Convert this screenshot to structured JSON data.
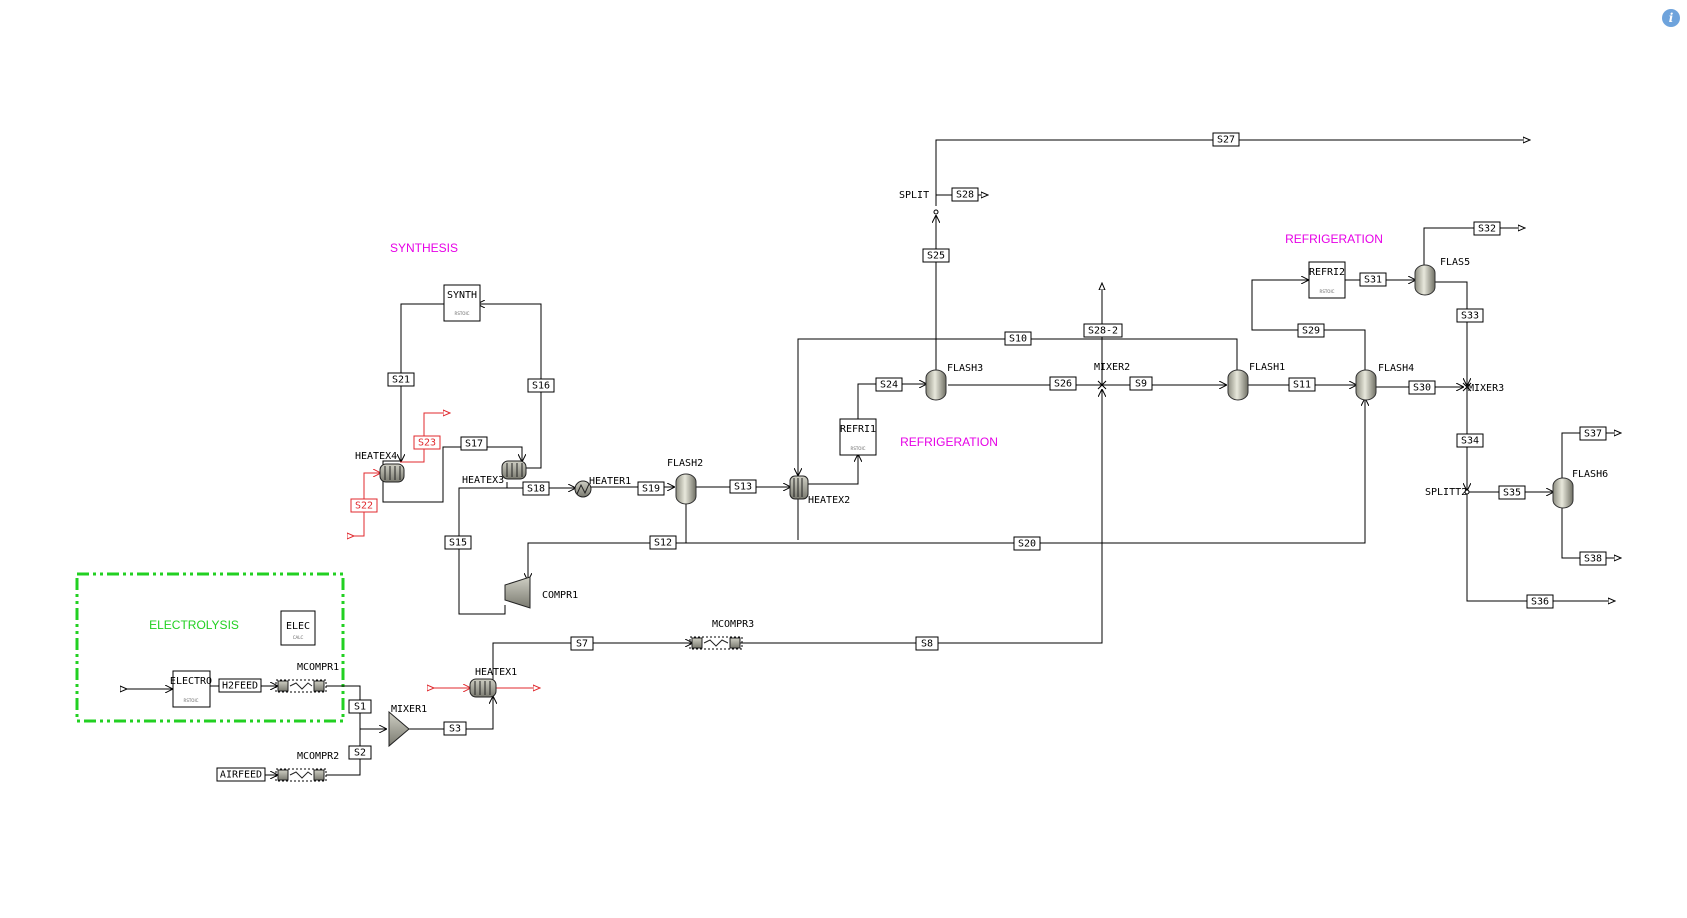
{
  "sections": {
    "synthesis": "SYNTHESIS",
    "refrigeration_1": "REFRIGERATION",
    "refrigeration_2": "REFRIGERATION",
    "electrolysis": "ELECTROLYSIS"
  },
  "colors": {
    "section_magenta": "#e600e6",
    "section_green": "#22d022",
    "hot_stream": "#e0282d"
  },
  "blocks": {
    "synth": "SYNTH",
    "elec": "ELEC",
    "electro": "ELECTRO",
    "refri1": "REFRI1",
    "refri2": "REFRI2",
    "heatex4": "HEATEX4",
    "heatex3": "HEATEX3",
    "heater1": "HEATER1",
    "flash2": "FLASH2",
    "heatex2": "HEATEX2",
    "flash3": "FLASH3",
    "mixer2": "MIXER2",
    "flash1": "FLASH1",
    "flash4": "FLASH4",
    "flas5": "FLAS5",
    "mixer3": "MIXER3",
    "splitt2": "SPLITT2",
    "flash6": "FLASH6",
    "split": "SPLIT",
    "compr1": "COMPR1",
    "mcompr1": "MCOMPR1",
    "mcompr2": "MCOMPR2",
    "mcompr3": "MCOMPR3",
    "mixer1": "MIXER1",
    "heatex1": "HEATEX1"
  },
  "streams": {
    "s1": "S1",
    "s2": "S2",
    "s3": "S3",
    "s7": "S7",
    "s8": "S8",
    "s9": "S9",
    "s10": "S10",
    "s11": "S11",
    "s12": "S12",
    "s13": "S13",
    "s15": "S15",
    "s16": "S16",
    "s17": "S17",
    "s18": "S18",
    "s19": "S19",
    "s20": "S20",
    "s21": "S21",
    "s22": "S22",
    "s23": "S23",
    "s24": "S24",
    "s25": "S25",
    "s26": "S26",
    "s27": "S27",
    "s28": "S28",
    "s28_2": "S28-2",
    "s29": "S29",
    "s30": "S30",
    "s31": "S31",
    "s32": "S32",
    "s33": "S33",
    "s34": "S34",
    "s35": "S35",
    "s36": "S36",
    "s37": "S37",
    "s38": "S38",
    "h2feed": "H2FEED",
    "airfeed": "AIRFEED"
  },
  "info_icon": "info-icon"
}
